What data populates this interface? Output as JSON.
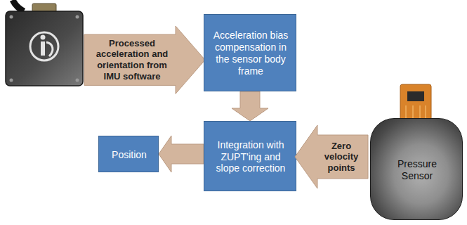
{
  "diagram": {
    "nodes": [
      {
        "text": [
          "Processed acceleration and orientation from IMU software"
        ]
      },
      {
        "text": [
          "Acceleration bias compensation in the sensor body frame"
        ]
      },
      {
        "text": [
          "Position"
        ]
      },
      {
        "text": [
          "Integration with ZUPT'ing and slope correction"
        ]
      },
      {
        "text": [
          "Zero velocity points"
        ]
      },
      {
        "text": [
          "Pressure Sensor"
        ]
      }
    ],
    "edges": [
      {
        "from": 1,
        "to": 3,
        "arrow": "to"
      },
      {
        "from": 3,
        "to": 2,
        "arrow": "to"
      }
    ]
  }
}
